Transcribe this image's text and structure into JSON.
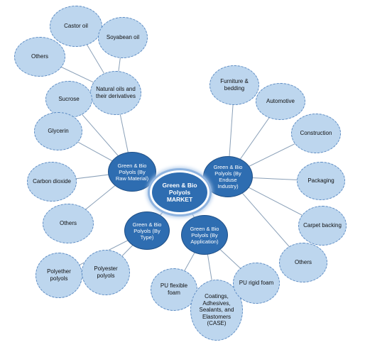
{
  "colors": {
    "hub_fill": "#2e6db1",
    "leaf_fill": "#bdd6ee",
    "leaf_border": "#5b8ac2",
    "link": "#8aa0b8"
  },
  "center": {
    "label": "Green & Bio Polyols MARKET"
  },
  "hubs": {
    "raw_material": {
      "label": "Green & Bio Polyols (By Raw Material)"
    },
    "enduse": {
      "label": "Green & Bio Polyols (By Enduse Industry)"
    },
    "type": {
      "label": "Green & Bio Polyols (By Type)"
    },
    "application": {
      "label": "Green & Bio Polyols (By Application)"
    }
  },
  "leaves": {
    "castor_oil": "Castor oil",
    "soybean_oil": "Soyabean oil",
    "others_oils": "Others",
    "natural_oils": "Natural oils and their derivatives",
    "sucrose": "Sucrose",
    "glycerin": "Glycerin",
    "carbon_dioxide": "Carbon dioxide",
    "others_raw": "Others",
    "polyether": "Polyether polyols",
    "polyester": "Polyester polyols",
    "pu_flexible": "PU flexible foam",
    "case": "Coatings, Adhesives, Sealants, and Elastomers (CASE)",
    "pu_rigid": "PU rigid foam",
    "furniture": "Furniture & bedding",
    "automotive": "Automotive",
    "construction": "Construction",
    "packaging": "Packaging",
    "carpet": "Carpet backing",
    "others_enduse": "Others"
  }
}
